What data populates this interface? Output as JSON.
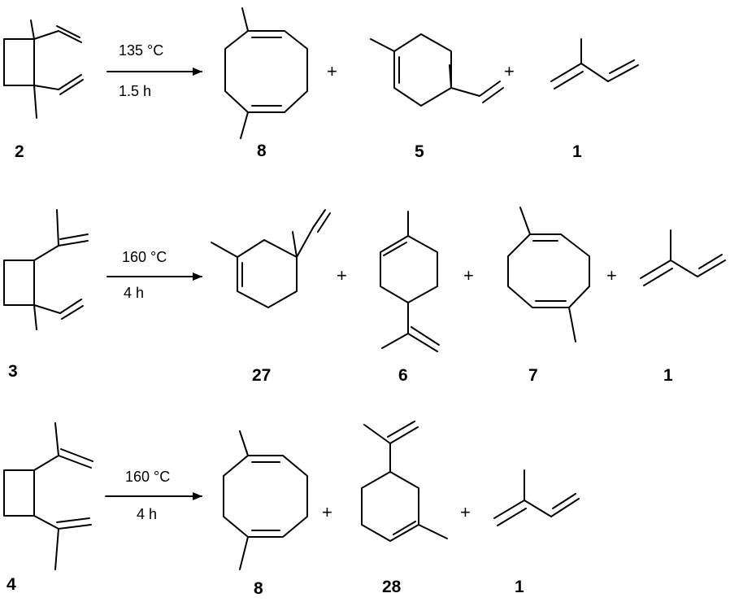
{
  "reactions": [
    {
      "reactant": "2",
      "conditions": {
        "temperature": "135 °C",
        "time": "1.5 h"
      },
      "products": [
        "8",
        "5",
        "1"
      ]
    },
    {
      "reactant": "3",
      "conditions": {
        "temperature": "160 °C",
        "time": "4 h"
      },
      "products": [
        "27",
        "6",
        "7",
        "1"
      ]
    },
    {
      "reactant": "4",
      "conditions": {
        "temperature": "160 °C",
        "time": "4 h"
      },
      "products": [
        "8",
        "28",
        "1"
      ]
    }
  ],
  "plus_sign": "+"
}
